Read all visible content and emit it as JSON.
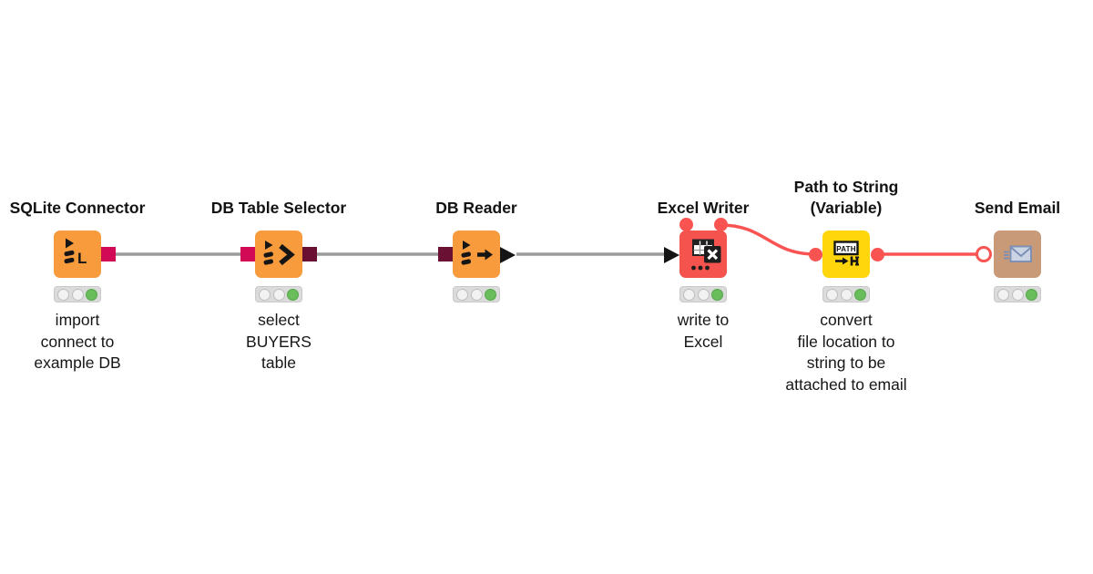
{
  "app": "KNIME workflow canvas",
  "workflow": {
    "nodes": [
      {
        "title": "SQLite Connector",
        "annotation": [
          "import",
          "connect to",
          "example DB"
        ],
        "status": "executed",
        "icon_text": "L",
        "color": "#F89B3C",
        "ports": {
          "output": "db-connection-square"
        }
      },
      {
        "title": "DB Table Selector",
        "annotation": [
          "select",
          "BUYERS",
          "table"
        ],
        "status": "executed",
        "color": "#F89B3C",
        "ports": {
          "input": "db-connection-square",
          "output": "db-data-square"
        }
      },
      {
        "title": "DB Reader",
        "annotation": [],
        "status": "executed",
        "color": "#F89B3C",
        "ports": {
          "input": "db-data-square",
          "output": "data-table-triangle"
        }
      },
      {
        "title": "Excel Writer",
        "annotation": [
          "write to",
          "Excel"
        ],
        "status": "executed",
        "color": "#F5534D",
        "ports": {
          "input": "data-table-triangle",
          "flow_variable_out": "red-circle"
        }
      },
      {
        "title_lines": [
          "Path to String",
          "(Variable)"
        ],
        "annotation": [
          "convert",
          "file location to",
          "string to be",
          "attached to email"
        ],
        "status": "executed",
        "icon_text": "PATH",
        "color": "#FFD60B",
        "ports": {
          "input": "flow-variable-circle",
          "output": "flow-variable-circle"
        }
      },
      {
        "title": "Send Email",
        "annotation": [],
        "status": "executed",
        "color": "#C89A78",
        "ports": {
          "input": "flow-variable-circle-optional"
        }
      }
    ],
    "connections": [
      {
        "from": "SQLite Connector",
        "to": "DB Table Selector",
        "type": "db-connection",
        "color": "#9B9B9B"
      },
      {
        "from": "DB Table Selector",
        "to": "DB Reader",
        "type": "db-data",
        "color": "#9B9B9B"
      },
      {
        "from": "DB Reader",
        "to": "Excel Writer",
        "type": "data-table",
        "color": "#9B9B9B"
      },
      {
        "from": "Excel Writer",
        "to": "Path to String (Variable)",
        "type": "flow-variable",
        "color": "#F95452"
      },
      {
        "from": "Path to String (Variable)",
        "to": "Send Email",
        "type": "flow-variable",
        "color": "#F95452"
      }
    ],
    "colors": {
      "background": "#FFFFFF",
      "node_orange": "#F89B3C",
      "node_red": "#F5534D",
      "node_yellow": "#FFD60B",
      "node_tan": "#C89A78",
      "port_db_connection": "#D20A55",
      "port_db_data": "#6A1133",
      "port_flow_variable": "#F95452",
      "wire_gray": "#9B9B9B",
      "wire_red": "#F95452",
      "status_green": "#69BE5B"
    }
  }
}
